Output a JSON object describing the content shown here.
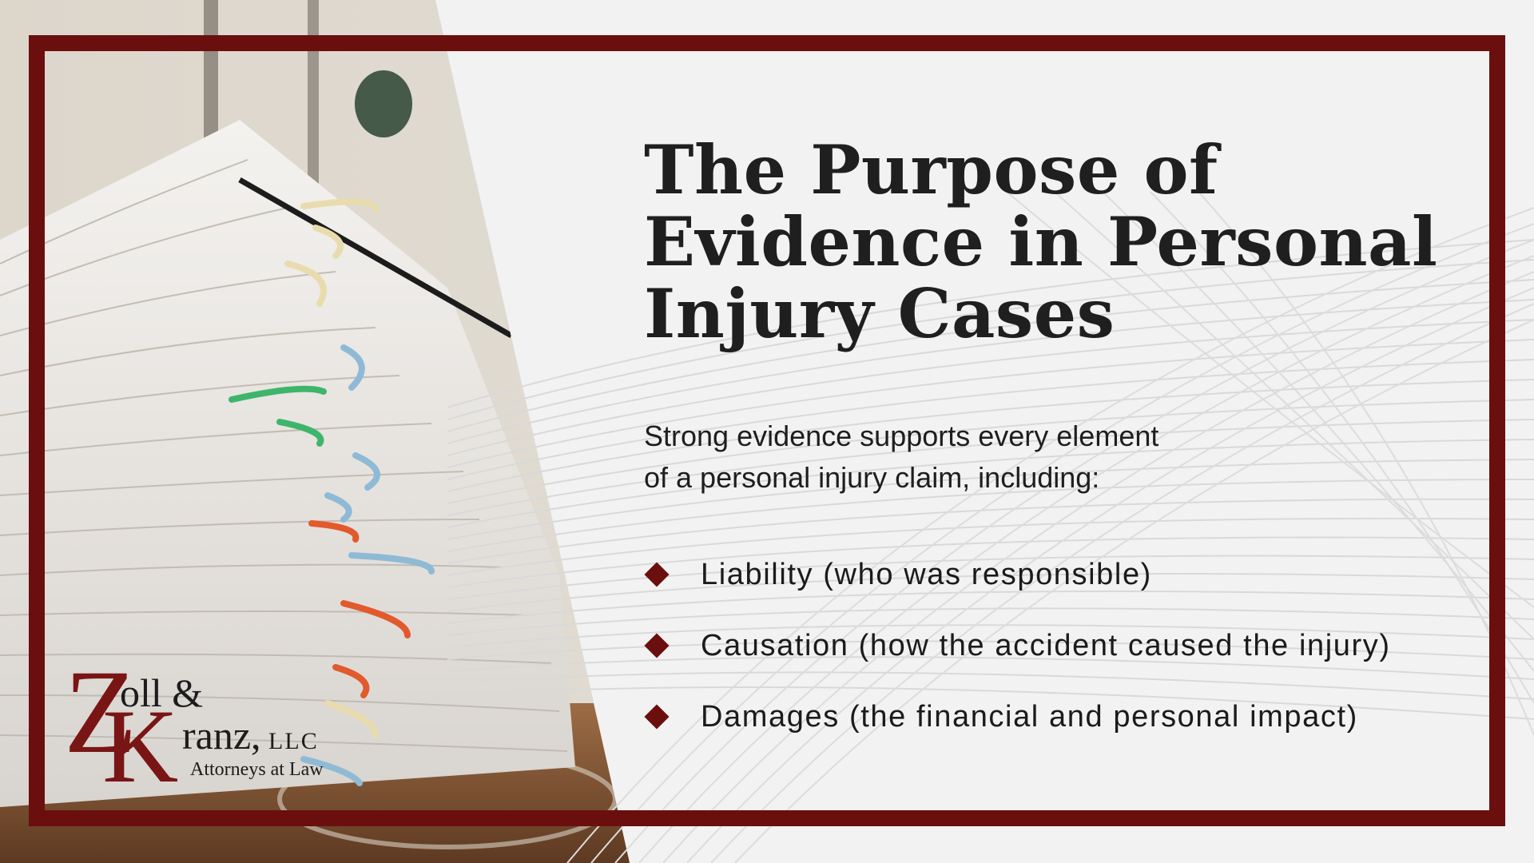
{
  "title": {
    "lines": [
      "The Purpose of",
      "Evidence in Personal",
      "Injury Cases"
    ]
  },
  "intro": {
    "lines": [
      "Strong evidence supports every element",
      "of a personal injury claim, including:"
    ]
  },
  "bullets": [
    {
      "icon": "diamond-bullet-icon",
      "text": "Liability (who was responsible)"
    },
    {
      "icon": "diamond-bullet-icon",
      "text": "Causation (how the accident caused the injury)"
    },
    {
      "icon": "diamond-bullet-icon",
      "text": "Damages (the financial and personal impact)"
    }
  ],
  "logo": {
    "z": "Z",
    "oll": "oll &",
    "k": "K",
    "ranz": "ranz,",
    "llc": " LLC",
    "tagline": "Attorneys at Law"
  },
  "colors": {
    "frame": "#6b0f0e",
    "background": "#f2f2f2",
    "title_text": "#1f1f1f",
    "bullet": "#6b0f0e",
    "logo_red": "#7a1515"
  }
}
